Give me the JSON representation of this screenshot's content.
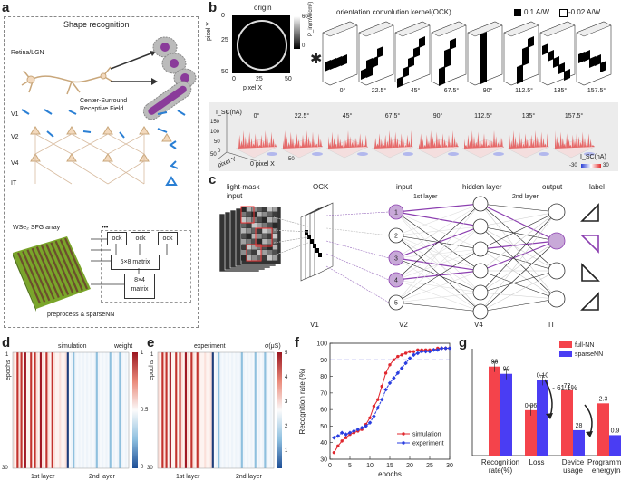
{
  "panels": {
    "a": "a",
    "b": "b",
    "c": "c",
    "d": "d",
    "e": "e",
    "f": "f",
    "g": "g"
  },
  "a": {
    "title": "Shape recognition",
    "retina": "Retina/LGN",
    "csrf": "Center-Surround\nReceptive Field",
    "v1": "V1",
    "v2": "V2",
    "v4": "V4",
    "it": "IT",
    "array": "WSe₂ SFG array",
    "ock": "ock",
    "dots": "•••",
    "m58": "5×8 matrix",
    "m84a": "8×4",
    "m84b": "matrix",
    "footer": "preprocess & sparseNN"
  },
  "b": {
    "origin": "origin",
    "py": "pixel Y",
    "px": "pixel X",
    "t0": "0",
    "t25": "25",
    "t50": "50",
    "pu": "P_in(mW/cm²)",
    "p60": "60",
    "p0": "0",
    "ock_title": "orientation convolution kernel(OCK)",
    "leg1": "0.1 A/W",
    "leg2": "-0.02 A/W",
    "angles": [
      "0°",
      "22.5°",
      "45°",
      "67.5°",
      "90°",
      "112.5°",
      "135°",
      "157.5°"
    ],
    "isc": "I_SC(nA)",
    "z": [
      "150",
      "100",
      "50",
      "0"
    ],
    "ax_y": "pixel Y",
    "ax_x": "0 pixel X",
    "ax50a": "50",
    "ax50b": "50",
    "cbar_title": "I_SC(nA)",
    "cbar_min": "-30",
    "cbar_max": "30"
  },
  "c": {
    "lightmask": "light-mask\ninput",
    "ock": "OCK",
    "input": "input",
    "hidden": "hidden layer",
    "output": "output",
    "label": "label",
    "l1": "1st layer",
    "l2": "2nd layer",
    "nodes": [
      "1",
      "2",
      "3",
      "4",
      "5"
    ],
    "bottom": [
      "V1",
      "V2",
      "V4",
      "IT"
    ]
  },
  "d": {
    "title": "simulation",
    "weight": "weight",
    "ylabel": "epochs",
    "y1": "1",
    "y30": "30",
    "c1": "1",
    "c05": "0.5",
    "c0": "0",
    "x1": "1st layer",
    "x2": "2nd layer"
  },
  "e": {
    "title": "experiment",
    "sigma": "σ(μS)",
    "ylabel": "epochs",
    "y1": "1",
    "y30": "30",
    "ticks": [
      "5",
      "4",
      "3",
      "2",
      "1"
    ],
    "x1": "1st layer",
    "x2": "2nd layer"
  },
  "chart_data": [
    {
      "type": "line",
      "xlabel": "epochs",
      "ylabel": "Recognition rate (%)",
      "xlim": [
        0,
        30
      ],
      "ylim": [
        30,
        100
      ],
      "xticks": [
        "0",
        "5",
        "10",
        "15",
        "20",
        "25",
        "30"
      ],
      "yticks": [
        "30",
        "40",
        "50",
        "60",
        "70",
        "80",
        "90",
        "100"
      ],
      "reference_line": 90,
      "series": [
        {
          "name": "simulation",
          "color": "#e0272e",
          "x": [
            1,
            2,
            3,
            4,
            5,
            6,
            7,
            8,
            9,
            10,
            11,
            12,
            13,
            14,
            15,
            16,
            17,
            18,
            19,
            20,
            21,
            22,
            23,
            24,
            25,
            26,
            27,
            28,
            29,
            30
          ],
          "y": [
            34,
            38,
            41,
            43,
            45,
            46,
            47,
            48,
            51,
            55,
            62,
            66,
            74,
            82,
            87,
            90,
            92,
            93,
            94,
            95,
            95,
            96,
            96,
            96,
            96,
            96,
            97,
            97,
            97,
            97
          ]
        },
        {
          "name": "experiment",
          "color": "#2a3ee0",
          "x": [
            1,
            2,
            3,
            4,
            5,
            6,
            7,
            8,
            9,
            10,
            11,
            12,
            13,
            14,
            15,
            16,
            17,
            18,
            19,
            20,
            21,
            22,
            23,
            24,
            25,
            26,
            27,
            28,
            29,
            30
          ],
          "y": [
            43,
            44,
            46,
            45,
            46,
            47,
            48,
            49,
            50,
            52,
            56,
            61,
            66,
            72,
            76,
            79,
            82,
            85,
            88,
            91,
            93,
            94,
            95,
            95,
            95,
            96,
            96,
            97,
            97,
            97
          ]
        }
      ]
    },
    {
      "type": "bar",
      "categories": [
        "Recognition\nrate(%)",
        "Loss",
        "Device\nusage",
        "Programming\nenergy(nJ)"
      ],
      "series": [
        {
          "name": "full-NN",
          "color": "#f4434b",
          "values": [
            98,
            0.06,
            72,
            2.3
          ],
          "labels": [
            "98",
            "0.06",
            "72",
            "2.3"
          ]
        },
        {
          "name": "sparseNN",
          "color": "#4a3df3",
          "values": [
            90,
            0.1,
            28,
            0.9
          ],
          "labels": [
            "90",
            "0.10",
            "28",
            "0.9"
          ]
        }
      ],
      "annotation": "- 61.1%"
    }
  ]
}
